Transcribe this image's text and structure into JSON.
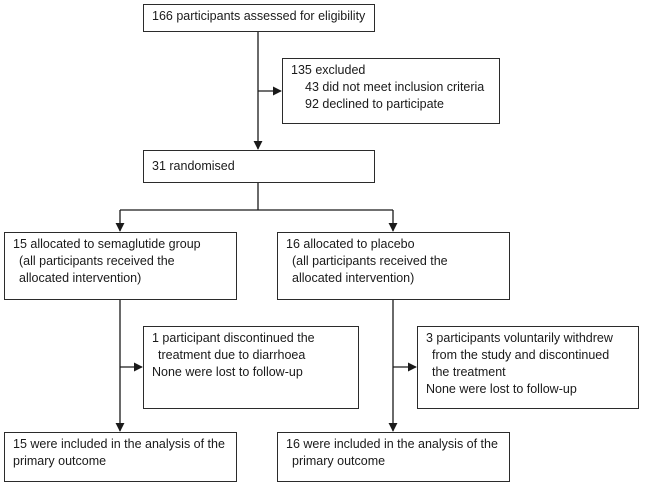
{
  "diagram": {
    "eligibility": {
      "lines": [
        "166 participants assessed for eligibility"
      ]
    },
    "excluded": {
      "lines": [
        "135 excluded",
        "43 did not meet inclusion criteria",
        "92 declined to participate"
      ]
    },
    "randomised": {
      "lines": [
        "31 randomised"
      ]
    },
    "semaglutide_alloc": {
      "lines": [
        "15 allocated to semaglutide group",
        "(all participants received the",
        "allocated intervention)"
      ]
    },
    "placebo_alloc": {
      "lines": [
        "16 allocated to placebo",
        "(all participants received the",
        "allocated intervention)"
      ]
    },
    "semaglutide_followup": {
      "lines": [
        "1 participant discontinued the",
        "treatment due to diarrhoea",
        "None were lost to follow-up"
      ]
    },
    "placebo_followup": {
      "lines": [
        "3 participants voluntarily withdrew",
        "from the study and discontinued",
        "the treatment",
        "None were lost to follow-up"
      ]
    },
    "semaglutide_analysis": {
      "lines": [
        "15 were included in the analysis of the",
        "primary outcome"
      ]
    },
    "placebo_analysis": {
      "lines": [
        "16 were included in the analysis of the",
        "primary outcome"
      ]
    }
  },
  "colors": {
    "line": "#1a1a1a",
    "border": "#2b2b2b"
  }
}
